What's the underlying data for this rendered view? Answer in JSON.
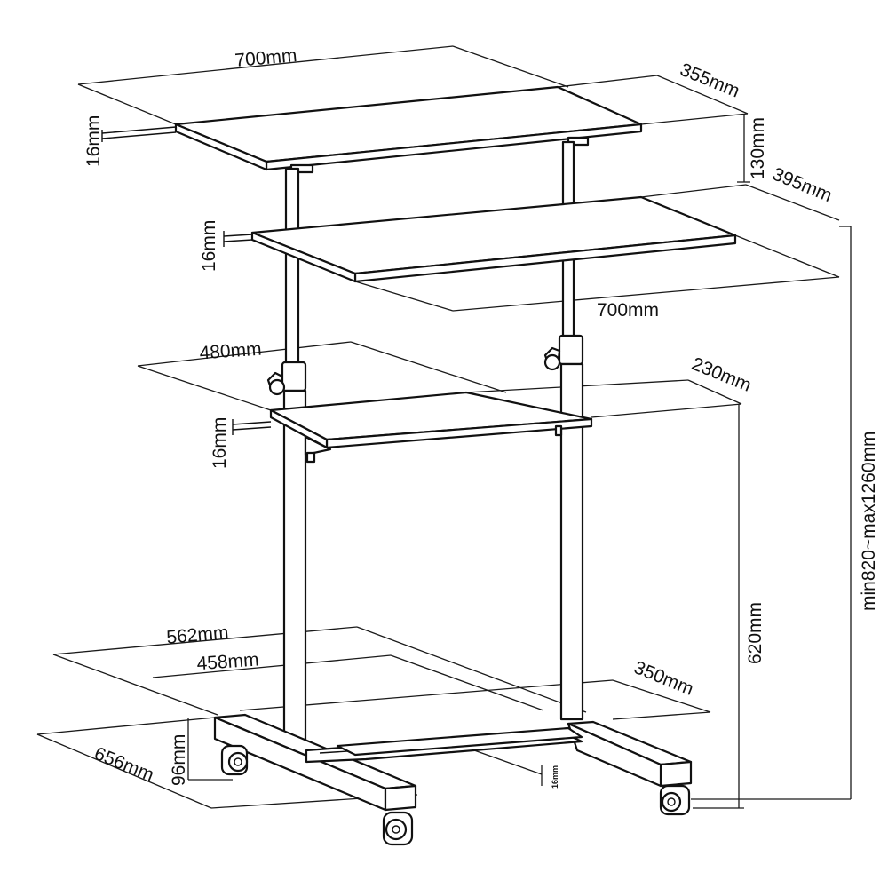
{
  "labels": {
    "top_width": "700mm",
    "top_depth": "355mm",
    "top_thickness": "16mm",
    "top_gap": "130mm",
    "keyboard_depth": "395mm",
    "keyboard_thickness": "16mm",
    "keyboard_width": "700mm",
    "mid_width": "480mm",
    "mid_depth": "230mm",
    "mid_thickness": "16mm",
    "total_height": "min820~max1260mm",
    "mid_height": "620mm",
    "base_width": "562mm",
    "inner_width": "458mm",
    "base_depth": "350mm",
    "base_height": "96mm",
    "base_length": "656mm",
    "bottom_thickness": "16mm"
  }
}
